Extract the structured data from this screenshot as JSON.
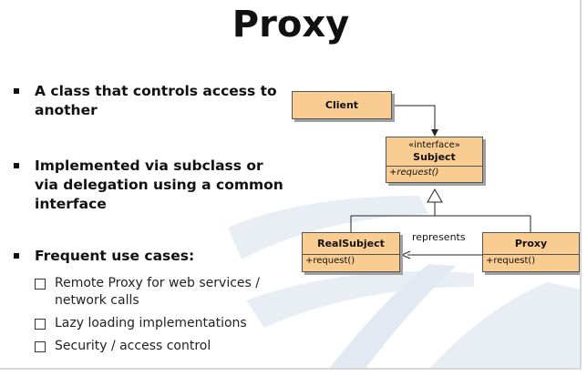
{
  "title": "Proxy",
  "bullets": [
    {
      "text": "A class that controls access to another"
    },
    {
      "text": "Implemented via subclass or via delegation using a common interface"
    },
    {
      "text": "Frequent use cases:",
      "sub": [
        "Remote Proxy for web services / network calls",
        "Lazy loading implementations",
        "Security / access control"
      ]
    }
  ],
  "diagram": {
    "client": {
      "name": "Client"
    },
    "subject": {
      "stereotype": "«interface»",
      "name": "Subject",
      "operation": "+request()"
    },
    "realsubject": {
      "name": "RealSubject",
      "operation": "+request()"
    },
    "proxy": {
      "name": "Proxy",
      "operation": "+request()"
    },
    "association_label": "represents"
  },
  "colors": {
    "class_fill": "#f9cc92",
    "background_swoosh": "#dfe6f0"
  }
}
